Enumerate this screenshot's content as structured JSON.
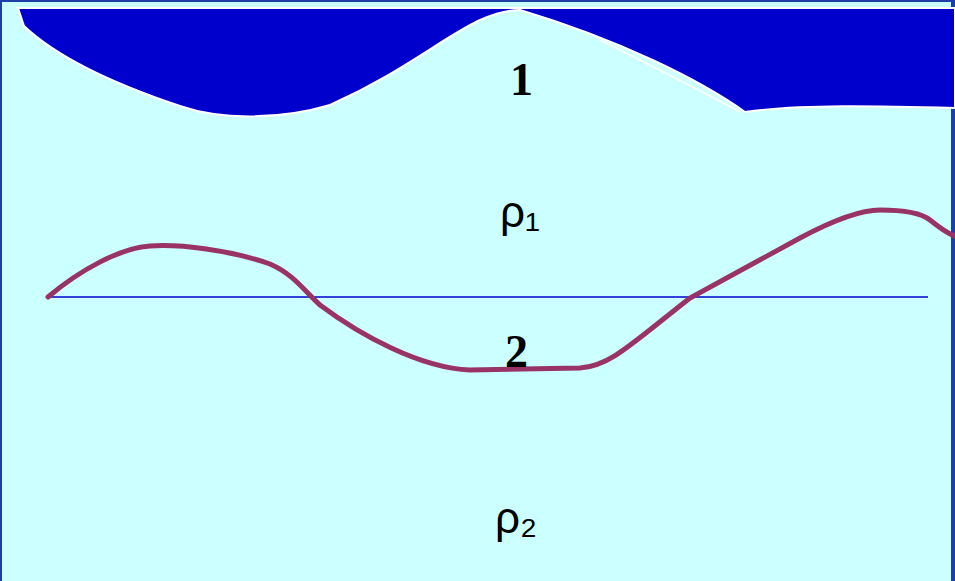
{
  "diagram": {
    "labels": [
      "1",
      "ρ₁",
      "2",
      "ρ₂"
    ]
  }
}
